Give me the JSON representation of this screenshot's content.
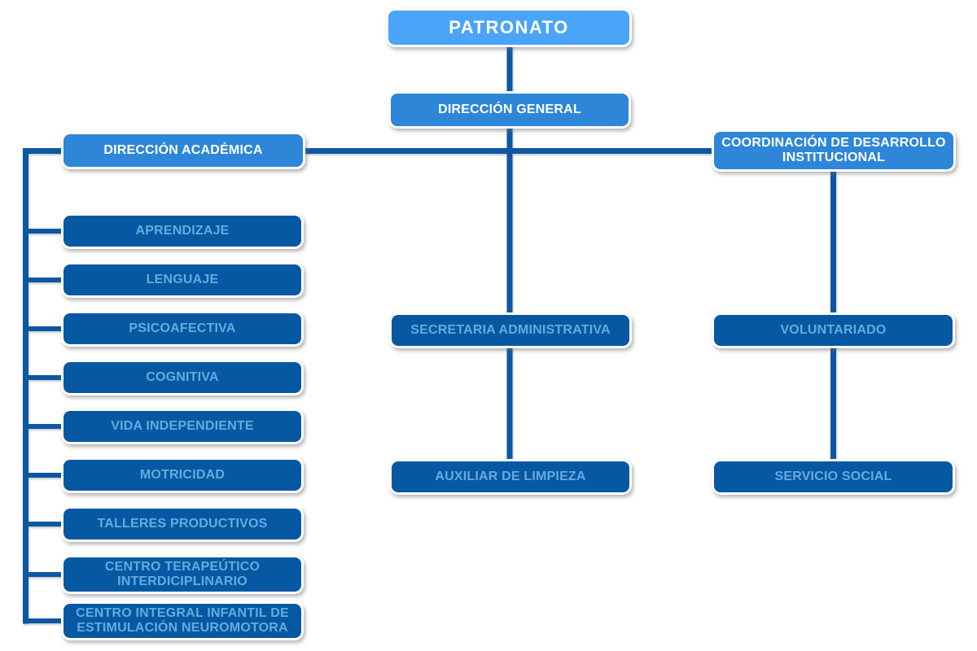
{
  "org": {
    "patronato": "PATRONATO",
    "direccion_general": "DIRECCIÓN GENERAL",
    "direccion_academica": "DIRECCIÓN ACADÉMICA",
    "academica_children": [
      "APRENDIZAJE",
      "LENGUAJE",
      "PSICOAFECTIVA",
      "COGNITIVA",
      "VIDA INDEPENDIENTE",
      "MOTRICIDAD",
      "TALLERES PRODUCTIVOS",
      "CENTRO TERAPEÚTICO INTERDICIPLINARIO",
      "CENTRO INTEGRAL INFANTIL DE ESTIMULACIÓN NEUROMOTORA"
    ],
    "secretaria_administrativa": "SECRETARIA ADMINISTRATIVA",
    "auxiliar_limpieza": "AUXILIAR DE LIMPIEZA",
    "coordinacion_desarrollo": "COORDINACIÓN DE DESARROLLO INSTITUCIONAL",
    "voluntariado": "VOLUNTARIADO",
    "servicio_social": "SERVICIO SOCIAL"
  },
  "colors": {
    "node_light": "#4AA4F8",
    "node_medium": "#2E86D8",
    "node_dark": "#0758A3",
    "node_dark_text": "#63ABE0",
    "text_light": "#FFFFFF",
    "connector": "#0C57A4",
    "background": "#FFFFFF"
  }
}
